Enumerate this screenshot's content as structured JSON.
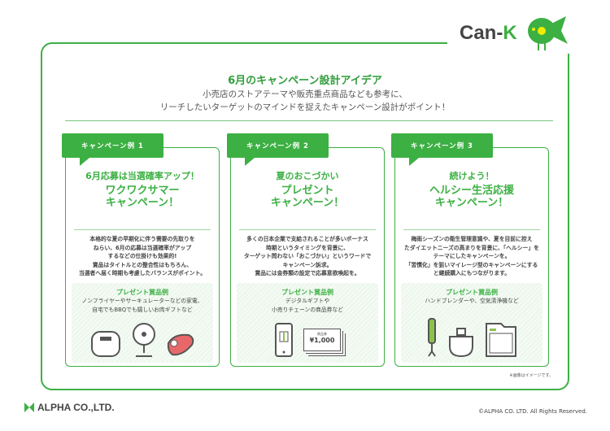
{
  "brand": {
    "logo_text": "Can-",
    "logo_mark": "K",
    "company": "ALPHA CO.,LTD.",
    "copyright": "©ALPHA CO. LTD. All Rights Reserved."
  },
  "header": {
    "title": "6月のキャンペーン設計アイデア",
    "sub1": "小売店のストアテーマや販売重点商品なども参考に、",
    "sub2": "リーチしたいターゲットのマインドを捉えたキャンペーン設計がポイント！"
  },
  "cards": [
    {
      "tab": "キャンペーン例 1",
      "h1": "6月応募は当選確率アップ！",
      "h2a": "ワクワクサマー",
      "h2b": "キャンペーン！",
      "body": [
        "本格的な夏の早期化に伴う需要の先取りを",
        "ねらい、6月の応募は当選確率がアップ",
        "するなどの仕掛けも効果的!",
        "賞品はタイトルとの整合性はもちろん、",
        "当選者へ届く時期も考慮したバランスがポイント。"
      ],
      "present_title": "プレゼント賞品例",
      "present": [
        "ノンフライヤーやサーキュレーターなどの家電、",
        "自宅でもBBQでも嬉しいお肉ギフトなど"
      ]
    },
    {
      "tab": "キャンペーン例 2",
      "h1": "夏のおこづかい",
      "h2a": "プレゼント",
      "h2b": "キャンペーン！",
      "body": [
        "多くの日本企業で支給されることが多いボーナス",
        "時期というタイミングを背景に、",
        "ターゲット問わない「おこづかい」というワードで",
        "キャンペーン訴求。",
        "賞品には金券類の設定で応募意欲喚起を。"
      ],
      "present_title": "プレゼント賞品例",
      "present": [
        "デジタルギフトや",
        "小売りチェーンの商品券など"
      ],
      "voucher_label": "商品券",
      "voucher_amount": "¥1,000"
    },
    {
      "tab": "キャンペーン例 3",
      "h1": "続けよう！",
      "h2a": "ヘルシー生活応援",
      "h2b": "キャンペーン！",
      "body": [
        "梅雨シーズンの衛生管理意識や、夏を目前に控え",
        "たダイエットニーズの高まりを背景に、「ヘルシー」を",
        "テーマにしたキャンペーンを。",
        "「習慣化」を狙いマイレージ型のキャンペーンにする",
        "と継続購入にもつながります。"
      ],
      "present_title": "プレゼント賞品例",
      "present": [
        "ハンドブレンダーや、空気清浄機など"
      ]
    }
  ],
  "note": "※画像はイメージです。",
  "colors": {
    "accent": "#3cb043"
  }
}
